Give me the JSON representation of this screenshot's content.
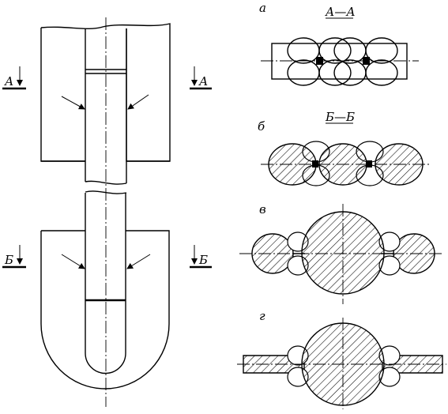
{
  "section_labels": {
    "a": "а",
    "b": "б",
    "v": "в",
    "g": "г"
  },
  "section_titles": {
    "aa": "А—А",
    "bb": "Б—Б"
  },
  "cut_marks": {
    "upper_left": "А",
    "upper_right": "А",
    "lower_left": "Б",
    "lower_right": "Б"
  }
}
